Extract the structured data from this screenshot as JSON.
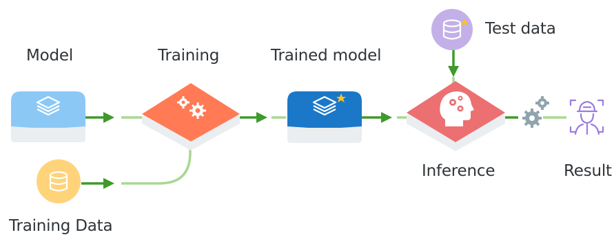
{
  "diagram": {
    "labels": {
      "model": "Model",
      "training": "Training",
      "trained_model": "Trained model",
      "test_data": "Test data",
      "inference": "Inference",
      "result": "Result",
      "training_data": "Training Data"
    },
    "colors": {
      "model_tile": "#8cc8f5",
      "training_tile": "#ff7a55",
      "trained_model_tile": "#1b78c8",
      "inference_tile": "#ec6f72",
      "test_data_circle": "#c3b0e8",
      "training_data_circle": "#ffd37a",
      "arrow_dark": "#3f9a2c",
      "arrow_light": "#a8d890",
      "gear_gray": "#8fa4ad",
      "result_icon": "#9b7be0",
      "star": "#ffc21f"
    },
    "icons": {
      "model": "layers-icon",
      "training": "gears-icon",
      "trained_model": "layers-star-icon",
      "inference": "brain-gears-head-icon",
      "test_data": "database-star-icon",
      "training_data": "database-icon",
      "result_gears": "gears-icon",
      "result": "person-target-icon"
    }
  }
}
